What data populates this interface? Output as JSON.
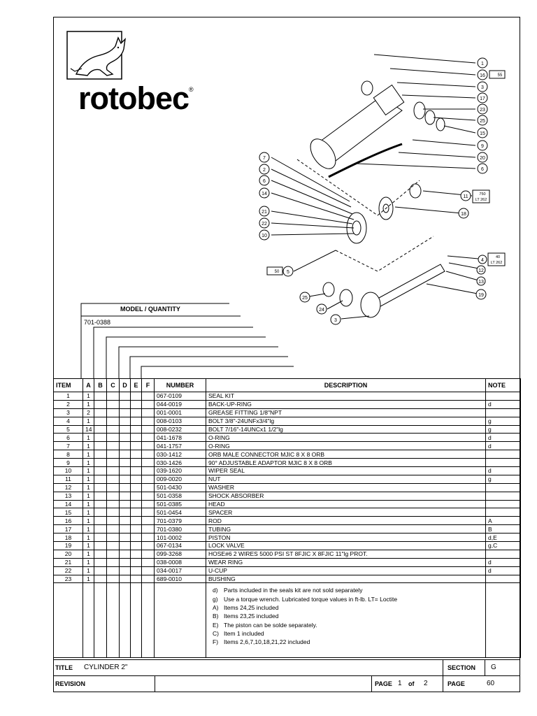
{
  "brand": {
    "name": "rotobec",
    "registered": "®"
  },
  "diagram_callouts": [
    "1",
    "16",
    "3",
    "17",
    "23",
    "25",
    "15",
    "9",
    "20",
    "6",
    "7",
    "2",
    "6",
    "14",
    "21",
    "22",
    "10",
    "5",
    "11",
    "18",
    "4",
    "12",
    "13",
    "19",
    "25",
    "24",
    "3"
  ],
  "diagram_tags": {
    "t16": "55",
    "t11a": "750",
    "t11b": "LT 262",
    "t4a": "40",
    "t4b": "LT 262",
    "t5": "50"
  },
  "model_quantity": {
    "title": "MODEL / QUANTITY",
    "model": "701-0388"
  },
  "table": {
    "headers": {
      "item": "ITEM",
      "a": "A",
      "b": "B",
      "c": "C",
      "d": "D",
      "e": "E",
      "f": "F",
      "number": "NUMBER",
      "description": "DESCRIPTION",
      "note": "NOTE"
    },
    "rows": [
      {
        "item": "1",
        "a": "1",
        "number": "067-0109",
        "description": "SEAL KIT",
        "note": ""
      },
      {
        "item": "2",
        "a": "1",
        "number": "044-0019",
        "description": "BACK-UP-RING",
        "note": "d"
      },
      {
        "item": "3",
        "a": "2",
        "number": "001-0001",
        "description": "GREASE FITTING 1/8\"NPT",
        "note": ""
      },
      {
        "item": "4",
        "a": "1",
        "number": "008-0103",
        "description": "BOLT 3/8\"-24UNFx3/4\"lg",
        "note": "g"
      },
      {
        "item": "5",
        "a": "14",
        "number": "008-0232",
        "description": "BOLT 7/16\"-14UNCx1 1/2\"lg",
        "note": "g"
      },
      {
        "item": "6",
        "a": "1",
        "number": "041-1678",
        "description": "O-RING",
        "note": "d"
      },
      {
        "item": "7",
        "a": "1",
        "number": "041-1757",
        "description": "O-RING",
        "note": "d"
      },
      {
        "item": "8",
        "a": "1",
        "number": "030-1412",
        "description": "ORB MALE CONNECTOR MJIC 8 X 8 ORB",
        "note": ""
      },
      {
        "item": "9",
        "a": "1",
        "number": "030-1426",
        "description": "90° ADJUSTABLE ADAPTOR MJIC 8 X 8 ORB",
        "note": ""
      },
      {
        "item": "10",
        "a": "1",
        "number": "039-1620",
        "description": "WIPER SEAL",
        "note": "d"
      },
      {
        "item": "11",
        "a": "1",
        "number": "009-0020",
        "description": "NUT",
        "note": "g"
      },
      {
        "item": "12",
        "a": "1",
        "number": "501-0430",
        "description": "WASHER",
        "note": ""
      },
      {
        "item": "13",
        "a": "1",
        "number": "501-0358",
        "description": "SHOCK ABSORBER",
        "note": ""
      },
      {
        "item": "14",
        "a": "1",
        "number": "501-0385",
        "description": "HEAD",
        "note": ""
      },
      {
        "item": "15",
        "a": "1",
        "number": "501-0454",
        "description": "SPACER",
        "note": ""
      },
      {
        "item": "16",
        "a": "1",
        "number": "701-0379",
        "description": "ROD",
        "note": "A"
      },
      {
        "item": "17",
        "a": "1",
        "number": "701-0380",
        "description": "TUBING",
        "note": "B"
      },
      {
        "item": "18",
        "a": "1",
        "number": "101-0002",
        "description": "PISTON",
        "note": "d,E"
      },
      {
        "item": "19",
        "a": "1",
        "number": "067-0134",
        "description": "LOCK VALVE",
        "note": "g,C"
      },
      {
        "item": "20",
        "a": "1",
        "number": "099-3268",
        "description": "HOSE#6 2 WIRES 5000 PSI ST 8FJIC X 8FJIC 11\"lg PROT.",
        "note": ""
      },
      {
        "item": "21",
        "a": "1",
        "number": "038-0008",
        "description": "WEAR RING",
        "note": "d"
      },
      {
        "item": "22",
        "a": "1",
        "number": "034-0017",
        "description": "U-CUP",
        "note": "d"
      },
      {
        "item": "23",
        "a": "1",
        "number": "689-0010",
        "description": "BUSHING",
        "note": ""
      }
    ]
  },
  "notes": [
    {
      "key": "d)",
      "text": "Parts included in the seals kit are not sold separately"
    },
    {
      "key": "g)",
      "text": "Use a torque wrench. Lubricated torque values in ft-lb. LT= Loctite"
    },
    {
      "key": "A)",
      "text": "Items 24,25 included"
    },
    {
      "key": "B)",
      "text": "Items 23,25 included"
    },
    {
      "key": "E)",
      "text": "The piston can be solde separately."
    },
    {
      "key": "C)",
      "text": "Item 1 included"
    },
    {
      "key": "F)",
      "text": "Items 2,6,7,10,18,21,22 included"
    }
  ],
  "footer": {
    "title_label": "TITLE",
    "title": "CYLINDER 2\"",
    "section_label": "SECTION",
    "section": "G",
    "revision_label": "REVISION",
    "page_label": "PAGE",
    "page_current": "1",
    "of_label": "of",
    "page_total": "2",
    "page2_label": "PAGE",
    "page_number": "60"
  }
}
